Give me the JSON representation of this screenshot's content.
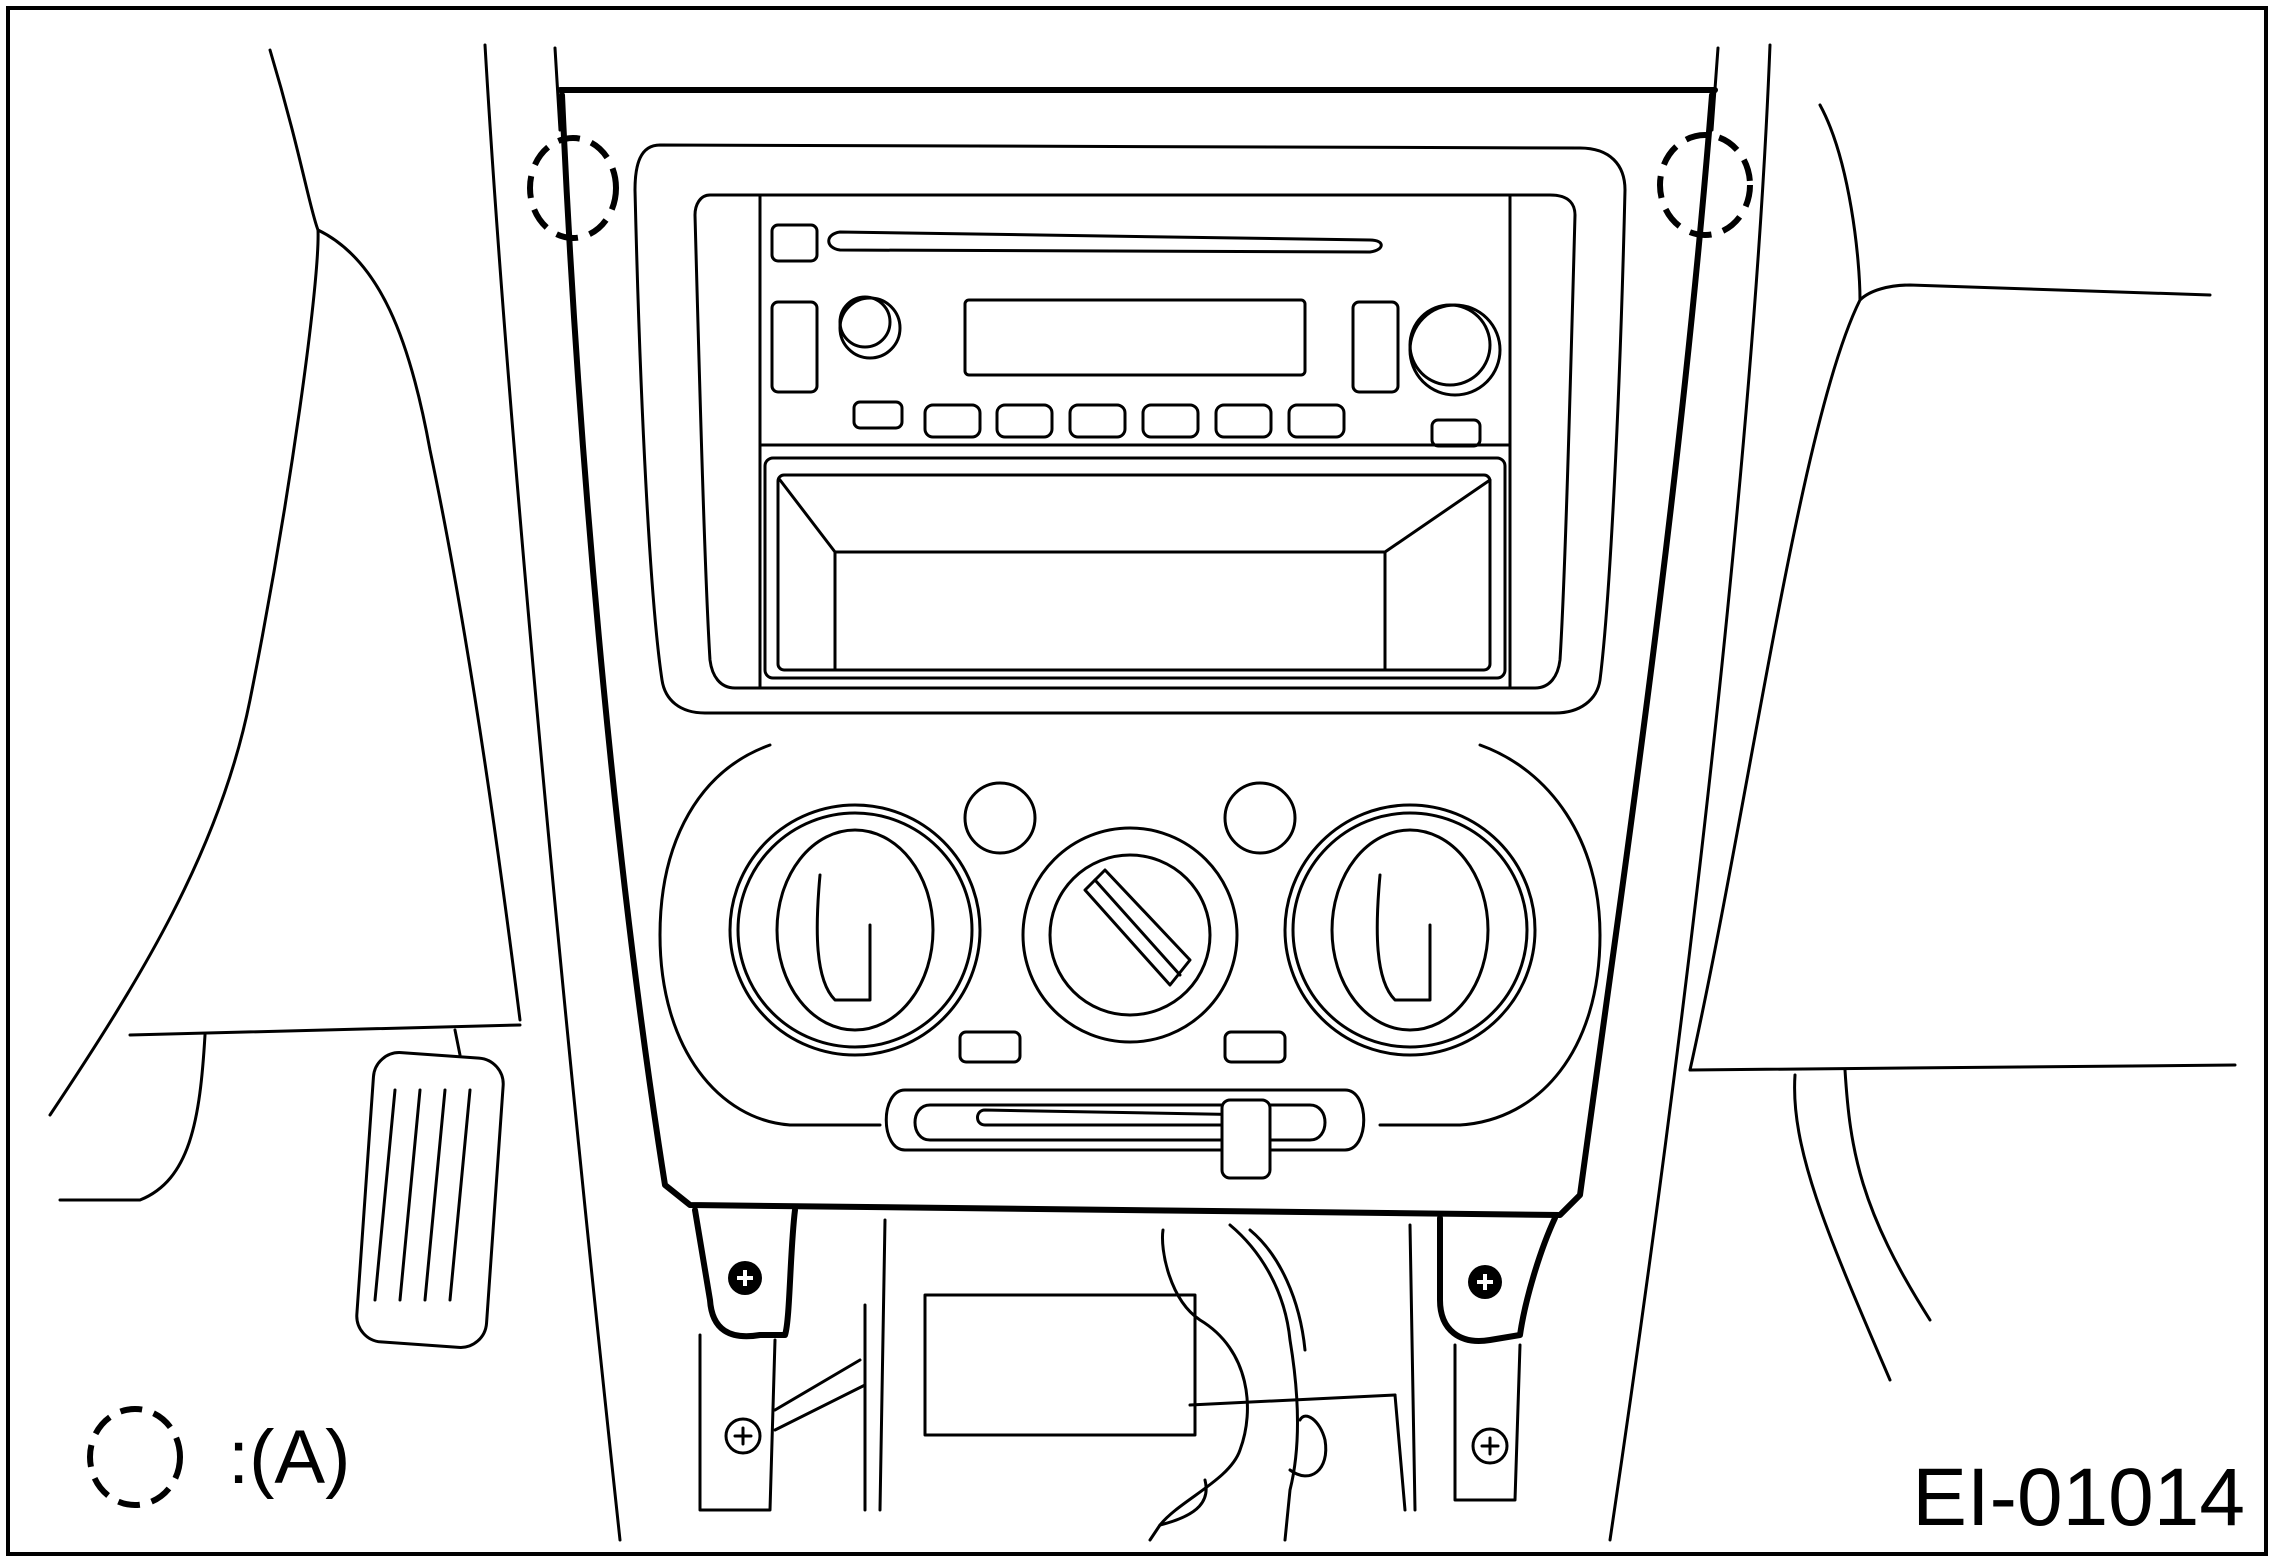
{
  "legend": {
    "marker_icon": "dashed-circle",
    "label": ":(A)"
  },
  "figure_id": "EI-01014",
  "colors": {
    "ink": "#000000",
    "paper": "#ffffff"
  }
}
